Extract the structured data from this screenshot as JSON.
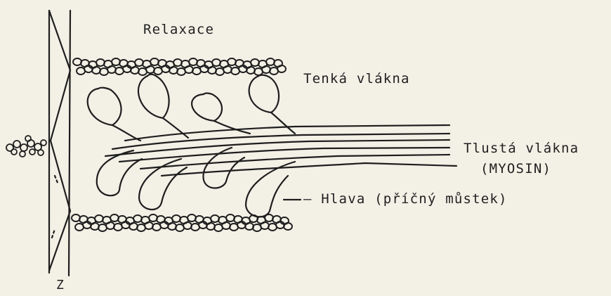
{
  "labels": {
    "title": "Relaxace",
    "thin_filaments": "Tenká vlákna",
    "thick_filaments": "Tlustá vlákna",
    "myosin": "(MYOSIN)",
    "head": "— Hlava (příčný můstek)",
    "z_line": "Z"
  },
  "colors": {
    "background": "#f3f0e6",
    "ink": "#1e1e1e"
  }
}
